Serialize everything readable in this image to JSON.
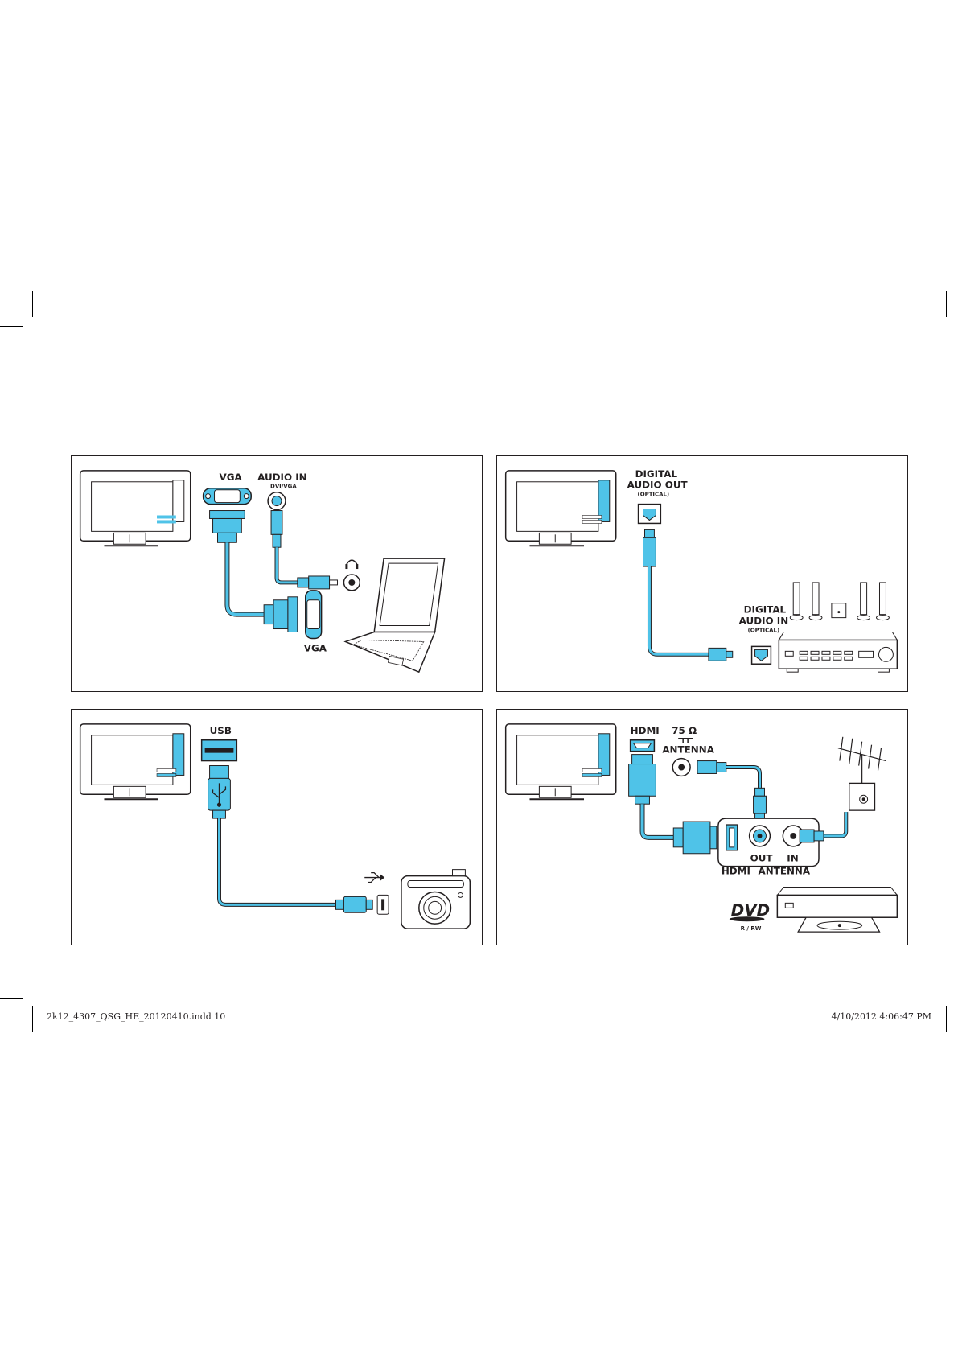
{
  "colors": {
    "cable": "#4fc3e8",
    "line": "#231f20",
    "bg": "#ffffff"
  },
  "panels": {
    "vga": {
      "vga_label": "VGA",
      "audio_in_label": "AUDIO IN",
      "audio_in_sub": "DVI/VGA",
      "vga_bottom_label": "VGA",
      "headphone_icon": "headphone-icon",
      "device_icon": "laptop-icon"
    },
    "optical": {
      "tv_label_line1": "DIGITAL",
      "tv_label_line2": "AUDIO OUT",
      "tv_label_sub": "(OPTICAL)",
      "rx_label_line1": "DIGITAL",
      "rx_label_line2": "AUDIO IN",
      "rx_label_sub": "(OPTICAL)",
      "device_icon": "home-theater-icon"
    },
    "usb": {
      "usb_label": "USB",
      "usb_symbol_icon": "usb-symbol-icon",
      "device_icon": "camera-icon"
    },
    "hdmi": {
      "hdmi_label": "HDMI",
      "ohm_label": "75 Ω",
      "antenna_label": "ANTENNA",
      "out_label": "OUT",
      "in_label": "IN",
      "hdmi_bottom_label": "HDMI",
      "antenna_bottom_label": "ANTENNA",
      "dvd_logo": "DVD",
      "dvd_sub": "R / RW",
      "device_icon": "dvd-recorder-icon"
    }
  },
  "footer": {
    "file": "2k12_4307_QSG_HE_20120410.indd   10",
    "timestamp": "4/10/2012   4:06:47 PM"
  }
}
